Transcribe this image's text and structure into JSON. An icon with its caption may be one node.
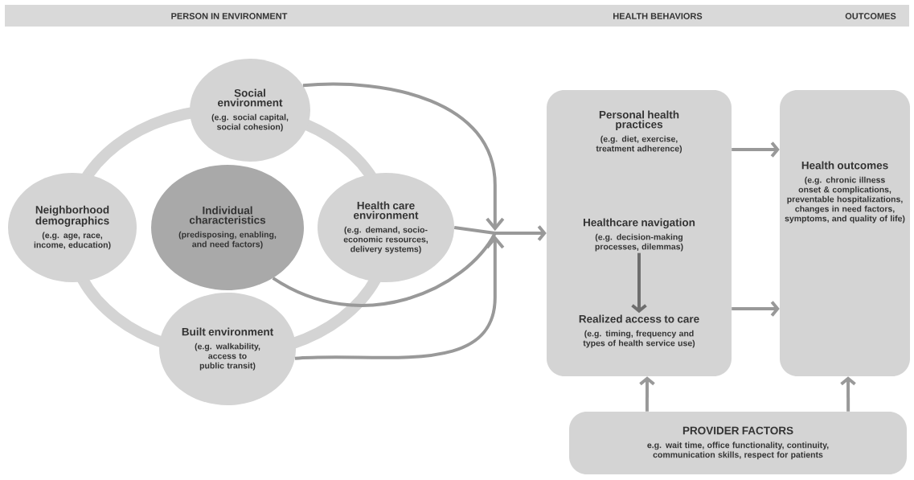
{
  "diagram": {
    "nodes": [
      {
        "text": [
          "Social environment",
          "(e.g. social capital, social cohesion)"
        ]
      },
      {
        "text": [
          "Neighborhood demographics",
          "(e.g. age, race, income, education)"
        ]
      },
      {
        "text": [
          "Individual characteristics",
          "(predisposing, enabling, and need factors)"
        ]
      },
      {
        "text": [
          "Health care environment",
          "(e.g. demand, socio-economic resources, delivery systems)"
        ]
      },
      {
        "text": [
          "Built environment",
          "(e.g. walkability, access to public transit)"
        ]
      },
      {
        "text": [
          "Personal health practices",
          "(e.g. diet, exercise, treatment adherence)"
        ]
      },
      {
        "text": [
          "Healthcare navigation",
          "(e.g. decision-making processes, dilemmas)"
        ],
        "in": 5
      },
      {
        "text": [
          "Realized access to care",
          "(e.g. timing, frequency and types of health service use)"
        ],
        "in": 5
      },
      {
        "text": [
          "Health outcomes",
          "(e.g. chronic illness onset & complications, preventable hospitalizations, changes in need factors, symptoms, and quality of life)"
        ]
      },
      {
        "text": [
          "PROVIDER FACTORS",
          "e.g. wait time, office functionality, continuity, communication skills, respect for patients"
        ]
      }
    ],
    "edges": [
      {
        "from": 0,
        "to": 5,
        "arrow": "to"
      },
      {
        "from": 3,
        "to": 5,
        "arrow": "to"
      },
      {
        "from": 2,
        "to": 5,
        "arrow": "to"
      },
      {
        "from": 4,
        "to": 5,
        "arrow": "to"
      },
      {
        "from": 6,
        "to": 7,
        "arrow": "to",
        "color": "#6e6e6e"
      },
      {
        "from": 5,
        "to": 8,
        "arrow": "to"
      },
      {
        "from": 5,
        "to": 8,
        "arrow": "to"
      },
      {
        "from": 9,
        "to": 5,
        "arrow": "to"
      },
      {
        "from": 9,
        "to": 8,
        "arrow": "to"
      }
    ],
    "labels": [
      "PERSON IN ENVIRONMENT",
      "HEALTH BEHAVIORS",
      "OUTCOMES"
    ]
  }
}
